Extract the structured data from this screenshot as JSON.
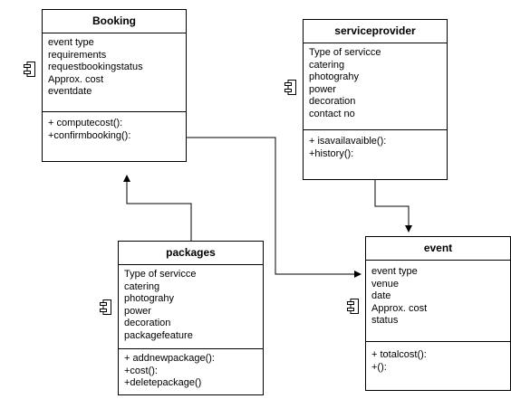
{
  "colors": {
    "stroke": "#000000",
    "fill": "#ffffff"
  },
  "classes": {
    "booking": {
      "name": "Booking",
      "attributes": [
        "event type",
        "requirements",
        "requestbookingstatus",
        "Approx. cost",
        "eventdate"
      ],
      "operations": [
        "+ computecost():",
        "+confirmbooking():"
      ]
    },
    "serviceprovider": {
      "name": "serviceprovider",
      "attributes": [
        "Type of servicce",
        "catering",
        "photograhy",
        "power",
        "decoration",
        "contact no"
      ],
      "operations": [
        "+ isavailavaible():",
        "+history():"
      ]
    },
    "packages": {
      "name": "packages",
      "attributes": [
        "Type of servicce",
        "catering",
        "photograhy",
        "power",
        "decoration",
        "packagefeature"
      ],
      "operations": [
        "+ addnewpackage():",
        "+cost():",
        "+deletepackage()"
      ]
    },
    "event": {
      "name": "event",
      "attributes": [
        "event type",
        "venue",
        "date",
        "Approx. cost",
        "status"
      ],
      "operations": [
        "+ totalcost():",
        "+():"
      ]
    }
  },
  "icons": {
    "component": "component-icon"
  }
}
